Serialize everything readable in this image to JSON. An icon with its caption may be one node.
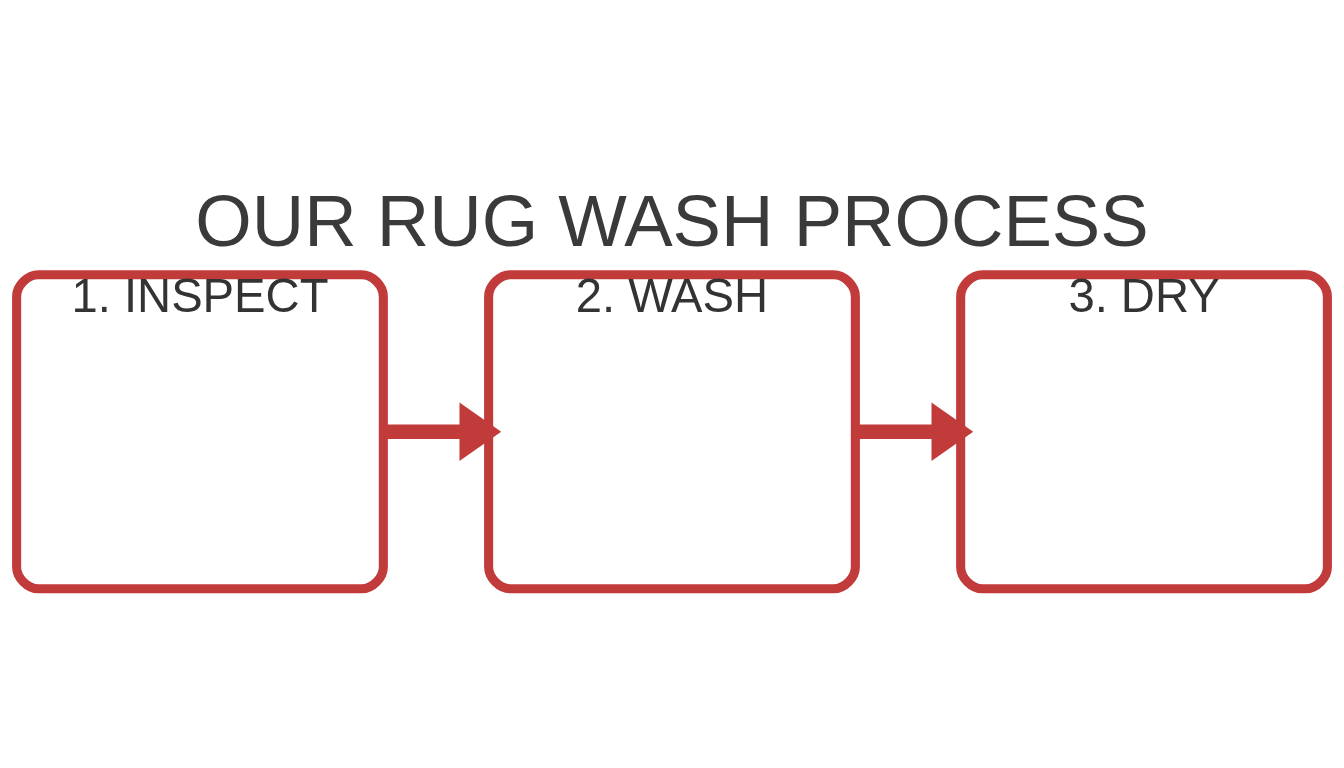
{
  "diagram": {
    "title": "OUR RUG WASH PROCESS",
    "nodes": [
      {
        "text": [
          "1. INSPECT"
        ]
      },
      {
        "text": [
          "2. WASH"
        ]
      },
      {
        "text": [
          "3. DRY"
        ]
      }
    ],
    "edges": [
      {
        "from": 0,
        "to": 1,
        "arrow": "to"
      },
      {
        "from": 1,
        "to": 2,
        "arrow": "to"
      }
    ]
  }
}
